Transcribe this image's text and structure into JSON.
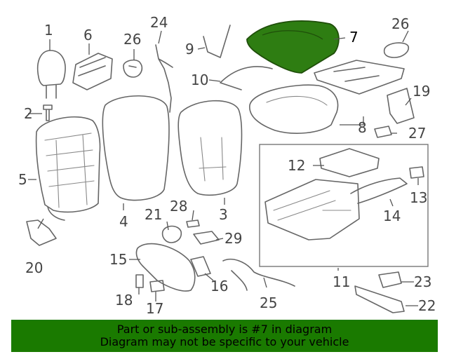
{
  "callouts": [
    {
      "id": "1",
      "label": "1"
    },
    {
      "id": "2",
      "label": "2"
    },
    {
      "id": "3",
      "label": "3"
    },
    {
      "id": "4",
      "label": "4"
    },
    {
      "id": "5",
      "label": "5"
    },
    {
      "id": "6",
      "label": "6"
    },
    {
      "id": "7",
      "label": "7"
    },
    {
      "id": "8",
      "label": "8"
    },
    {
      "id": "9",
      "label": "9"
    },
    {
      "id": "10",
      "label": "10"
    },
    {
      "id": "11",
      "label": "11"
    },
    {
      "id": "12",
      "label": "12"
    },
    {
      "id": "13",
      "label": "13"
    },
    {
      "id": "14",
      "label": "14"
    },
    {
      "id": "15",
      "label": "15"
    },
    {
      "id": "16",
      "label": "16"
    },
    {
      "id": "17",
      "label": "17"
    },
    {
      "id": "18",
      "label": "18"
    },
    {
      "id": "19",
      "label": "19"
    },
    {
      "id": "20",
      "label": "20"
    },
    {
      "id": "21",
      "label": "21"
    },
    {
      "id": "22",
      "label": "22"
    },
    {
      "id": "23",
      "label": "23"
    },
    {
      "id": "24",
      "label": "24"
    },
    {
      "id": "25",
      "label": "25"
    },
    {
      "id": "26a",
      "label": "26"
    },
    {
      "id": "26b",
      "label": "26"
    },
    {
      "id": "27",
      "label": "27"
    },
    {
      "id": "28",
      "label": "28"
    },
    {
      "id": "29",
      "label": "29"
    }
  ],
  "highlighted_part": "7",
  "highlight_color": "#2e7d12",
  "banner": {
    "line1": "Part or sub-assembly is #7 in diagram",
    "line2": "Diagram may not be specific to your vehicle",
    "background": "#1a7a00"
  }
}
